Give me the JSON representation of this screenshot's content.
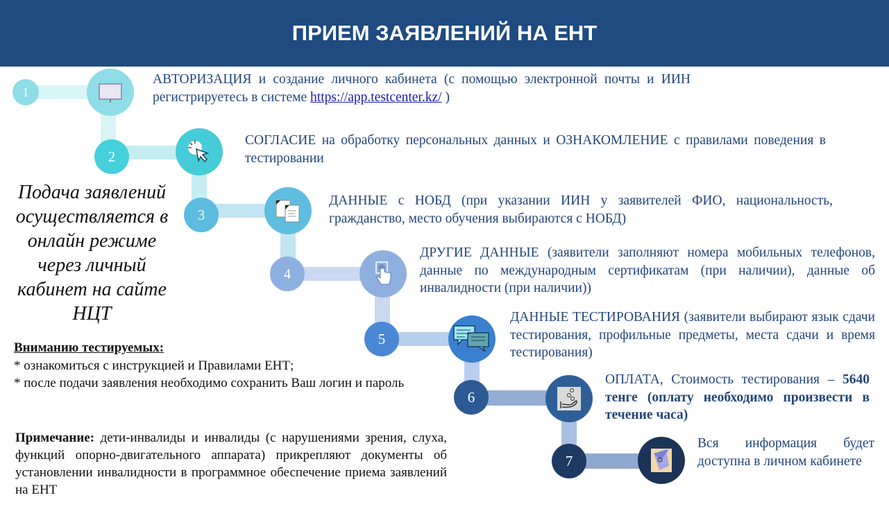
{
  "header": {
    "title": "ПРИЕМ ЗАЯВЛЕНИЙ НА ЕНТ"
  },
  "steps": [
    {
      "number": "1",
      "icon": "monitor-icon",
      "lead": "АВТОРИЗАЦИЯ и создание личного кабинета (с помощью электронной почты и ИИН регистрируетесь в системе ",
      "link": "https://app.testcenter.kz/",
      "tail": " )",
      "color": "#8fdde6"
    },
    {
      "number": "2",
      "icon": "cursor-click-icon",
      "text": "СОГЛАСИЕ на обработку персональных данных и ОЗНАКОМЛЕНИЕ с правилами поведения в тестировании",
      "color": "#45ccd8"
    },
    {
      "number": "3",
      "icon": "documents-icon",
      "text": "ДАННЫЕ с НОБД (при указании ИИН у заявителей ФИО, национальность, гражданство, место обучения выбираются с НОБД)",
      "color": "#5fbde0"
    },
    {
      "number": "4",
      "icon": "hand-touch-icon",
      "text": "ДРУГИЕ ДАННЫЕ (заявители заполняют номера мобильных телефонов, данные по международным сертификатам (при наличии), данные об инвалидности (при наличии))",
      "color": "#8fb0df"
    },
    {
      "number": "5",
      "icon": "chat-bubbles-icon",
      "text": "ДАННЫЕ ТЕСТИРОВАНИЯ (заявители выбирают язык сдачи тестирования, профильные предметы, места сдачи и время тестирования)",
      "color": "#3b7fd0"
    },
    {
      "number": "6",
      "icon": "coins-hand-icon",
      "lead": "ОПЛАТА, Стоимость тестирования – ",
      "bold": "5640 тенге (оплату необходимо произвести в течение часа)",
      "color": "#2f5f98"
    },
    {
      "number": "7",
      "icon": "email-icon",
      "text": "Вся информация будет доступна в личном кабинете",
      "color": "#1c3358"
    }
  ],
  "side_note": "Подача заявлений осуществляется в онлайн режиме через личный кабинет на сайте НЦТ",
  "attention": {
    "title": "Вниманию тестируемых:",
    "items": [
      "* ознакомиться с инструкцией и Правилами ЕНТ;",
      "*  после подачи заявления необходимо сохранить Ваш логин и пароль"
    ]
  },
  "remark": {
    "label": "Примечание:",
    "text": " дети-инвалиды и инвалиды (с нарушениями зрения, слуха, функций опорно-двигательного аппарата) прикрепляют документы об установлении инвалидности в программное обеспечение приема заявлений на ЕНТ"
  }
}
